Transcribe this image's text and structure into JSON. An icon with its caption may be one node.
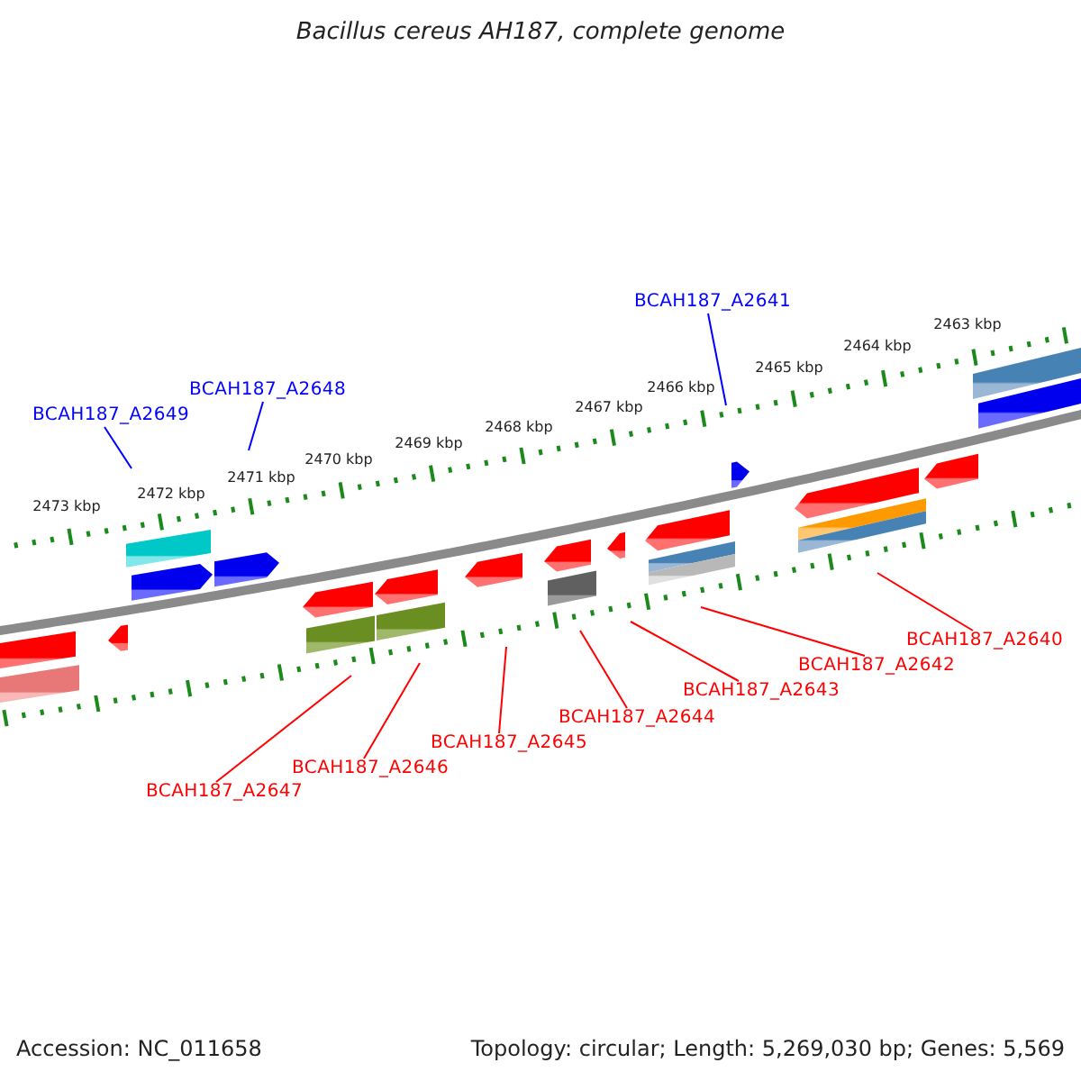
{
  "diagram": {
    "title": "Bacillus cereus AH187, complete genome",
    "nodes": [
      {
        "text": [
          "BCAH187_A2641"
        ]
      },
      {
        "text": [
          "BCAH187_A2648"
        ]
      },
      {
        "text": [
          "BCAH187_A2649"
        ]
      },
      {
        "text": [
          "BCAH187_A2640"
        ]
      },
      {
        "text": [
          "BCAH187_A2642"
        ]
      },
      {
        "text": [
          "BCAH187_A2643"
        ]
      },
      {
        "text": [
          "BCAH187_A2644"
        ]
      },
      {
        "text": [
          "BCAH187_A2645"
        ]
      },
      {
        "text": [
          "BCAH187_A2646"
        ]
      },
      {
        "text": [
          "BCAH187_A2647"
        ]
      }
    ],
    "edges": [
      {
        "from": 0,
        "to": null,
        "arrow": "none",
        "color": "#0000ff"
      },
      {
        "from": 1,
        "to": null,
        "arrow": "none",
        "color": "#0000ff"
      },
      {
        "from": 2,
        "to": null,
        "arrow": "none",
        "color": "#0000ff"
      },
      {
        "from": 3,
        "to": null,
        "arrow": "none"
      },
      {
        "from": 4,
        "to": null,
        "arrow": "none"
      },
      {
        "from": 5,
        "to": null,
        "arrow": "none"
      },
      {
        "from": 6,
        "to": null,
        "arrow": "none"
      },
      {
        "from": 7,
        "to": null,
        "arrow": "none"
      },
      {
        "from": 8,
        "to": null,
        "arrow": "none"
      },
      {
        "from": 9,
        "to": null,
        "arrow": "none"
      }
    ],
    "labels": [
      "2463 kbp",
      "2464 kbp",
      "2465 kbp",
      "2466 kbp",
      "2467 kbp",
      "2468 kbp",
      "2469 kbp",
      "2470 kbp",
      "2471 kbp",
      "2472 kbp",
      "2473 kbp",
      "Accession: NC_011658",
      "Topology: circular; Length: 5,269,030 bp; Genes: 5,569"
    ]
  }
}
